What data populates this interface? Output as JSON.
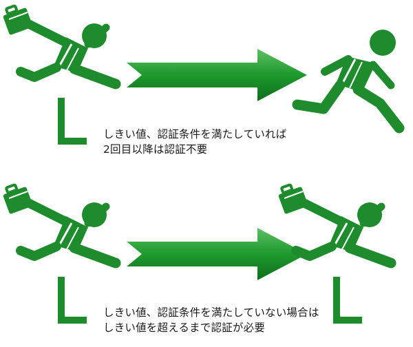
{
  "colors": {
    "figure_green": "#1e8b2c",
    "arrow_light": "#47b34f",
    "arrow_dark": "#0d6e1c",
    "text": "#1a1a1a"
  },
  "scenarios": [
    {
      "from_figure": "runner-jumping-hurdle-with-briefcase",
      "to_figure": "runner-sprinting-without-hurdle",
      "caption_lines": [
        "しきい値、認証条件を満たしていれば",
        "2回目以降は認証不要"
      ]
    },
    {
      "from_figure": "runner-jumping-hurdle-with-briefcase",
      "to_figure": "runner-jumping-hurdle-with-briefcase",
      "caption_lines": [
        "しきい値、認証条件を満たしていない場合は",
        "しきい値を超えるまで認証が必要"
      ]
    }
  ]
}
